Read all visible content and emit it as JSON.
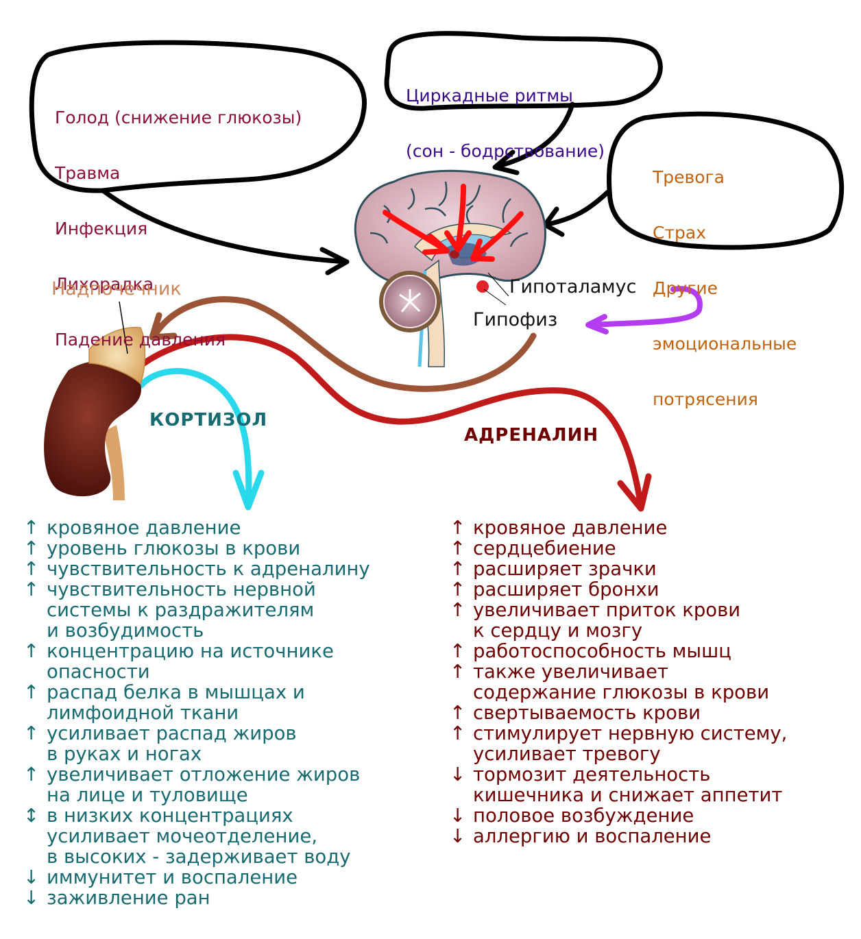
{
  "colors": {
    "stressors": "#8a0f3a",
    "circadian": "#3b0a8a",
    "emotions": "#c0620e",
    "adrenal_label": "#c8855a",
    "cortisol": "#176a70",
    "adrenaline": "#6e0000",
    "label_black": "#111111",
    "cortisol_arrow": "#2ad8ec",
    "adrenaline_arrow": "#c01a1a",
    "acth_arrow": "#9c5436",
    "feedback_arrow": "#b43cf0",
    "brain_input_arrows": "#ff0000"
  },
  "bubbles": {
    "stressors": {
      "lines": [
        "Голод (снижение глюкозы)",
        "Травма",
        "Инфекция",
        "Лихорадка",
        "Падение давления"
      ]
    },
    "circadian": {
      "lines": [
        "Циркадные ритмы",
        "(сон - бодрствование)"
      ]
    },
    "emotions": {
      "lines": [
        "Тревога",
        "Страх",
        "Другие",
        "эмоциональные",
        "потрясения"
      ]
    }
  },
  "labels": {
    "hypothalamus": "Гипоталамус",
    "pituitary": "Гипофиз",
    "adrenal": "Надпочечник"
  },
  "hormones": {
    "cortisol": "КОРТИЗОЛ",
    "adrenaline": "АДРЕНАЛИН"
  },
  "icons": {
    "up": "↑",
    "down": "↓",
    "updown": "↕"
  },
  "cortisol_effects": [
    {
      "dir": "↑",
      "lines": [
        "кровяное давление"
      ]
    },
    {
      "dir": "↑",
      "lines": [
        "уровень глюкозы в крови"
      ]
    },
    {
      "dir": "↑",
      "lines": [
        "чувствительность к адреналину"
      ]
    },
    {
      "dir": "↑",
      "lines": [
        "чувствительность нервной",
        "системы к раздражителям",
        "и возбудимость"
      ]
    },
    {
      "dir": "↑",
      "lines": [
        "концентрацию на источнике",
        "опасности"
      ]
    },
    {
      "dir": "↑",
      "lines": [
        "распад белка в мышцах и",
        "лимфоидной ткани"
      ]
    },
    {
      "dir": "↑",
      "lines": [
        "усиливает распад жиров",
        "в руках и ногах"
      ]
    },
    {
      "dir": "↑",
      "lines": [
        "увеличивает отложение жиров",
        "на лице и туловище"
      ]
    },
    {
      "dir": "↕",
      "lines": [
        "в низких концентрациях",
        "усиливает мочеотделение,",
        "в высоких - задерживает воду"
      ]
    },
    {
      "dir": "↓",
      "lines": [
        "иммунитет и воспаление"
      ]
    },
    {
      "dir": "↓",
      "lines": [
        "заживление ран"
      ]
    }
  ],
  "adrenaline_effects": [
    {
      "dir": "↑",
      "lines": [
        "кровяное давление"
      ]
    },
    {
      "dir": "↑",
      "lines": [
        "сердцебиение"
      ]
    },
    {
      "dir": "↑",
      "lines": [
        "расширяет зрачки"
      ]
    },
    {
      "dir": "↑",
      "lines": [
        "расширяет бронхи"
      ]
    },
    {
      "dir": "↑",
      "lines": [
        "увеличивает приток крови",
        "к сердцу и мозгу"
      ]
    },
    {
      "dir": "↑",
      "lines": [
        "работоспособность мышц"
      ]
    },
    {
      "dir": "↑",
      "lines": [
        "также увеличивает",
        "содержание глюкозы в крови"
      ]
    },
    {
      "dir": "↑",
      "lines": [
        "свертываемость крови"
      ]
    },
    {
      "dir": "↑",
      "lines": [
        "стимулирует нервную систему,",
        "усиливает тревогу"
      ]
    },
    {
      "dir": "↓",
      "lines": [
        "тормозит деятельность",
        "кишечника и снижает аппетит"
      ]
    },
    {
      "dir": "↓",
      "lines": [
        "половое возбуждение"
      ]
    },
    {
      "dir": "↓",
      "lines": [
        "аллергию и воспаление"
      ]
    }
  ]
}
